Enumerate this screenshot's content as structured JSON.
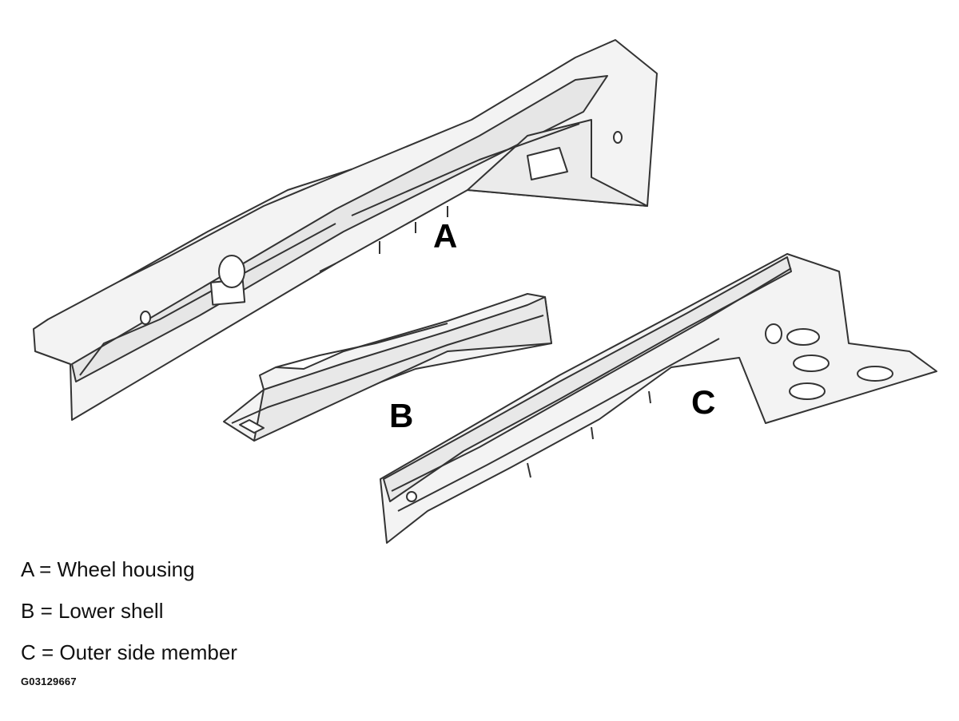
{
  "diagram": {
    "parts": [
      {
        "key": "A",
        "label": "A"
      },
      {
        "key": "B",
        "label": "B"
      },
      {
        "key": "C",
        "label": "C"
      }
    ],
    "legend": [
      "A = Wheel housing",
      "B = Lower shell",
      "C = Outer side member"
    ],
    "figure_code": "G03129667",
    "colors": {
      "part_fill": "#f3f3f3",
      "outline": "#333333",
      "text": "#000000"
    }
  }
}
